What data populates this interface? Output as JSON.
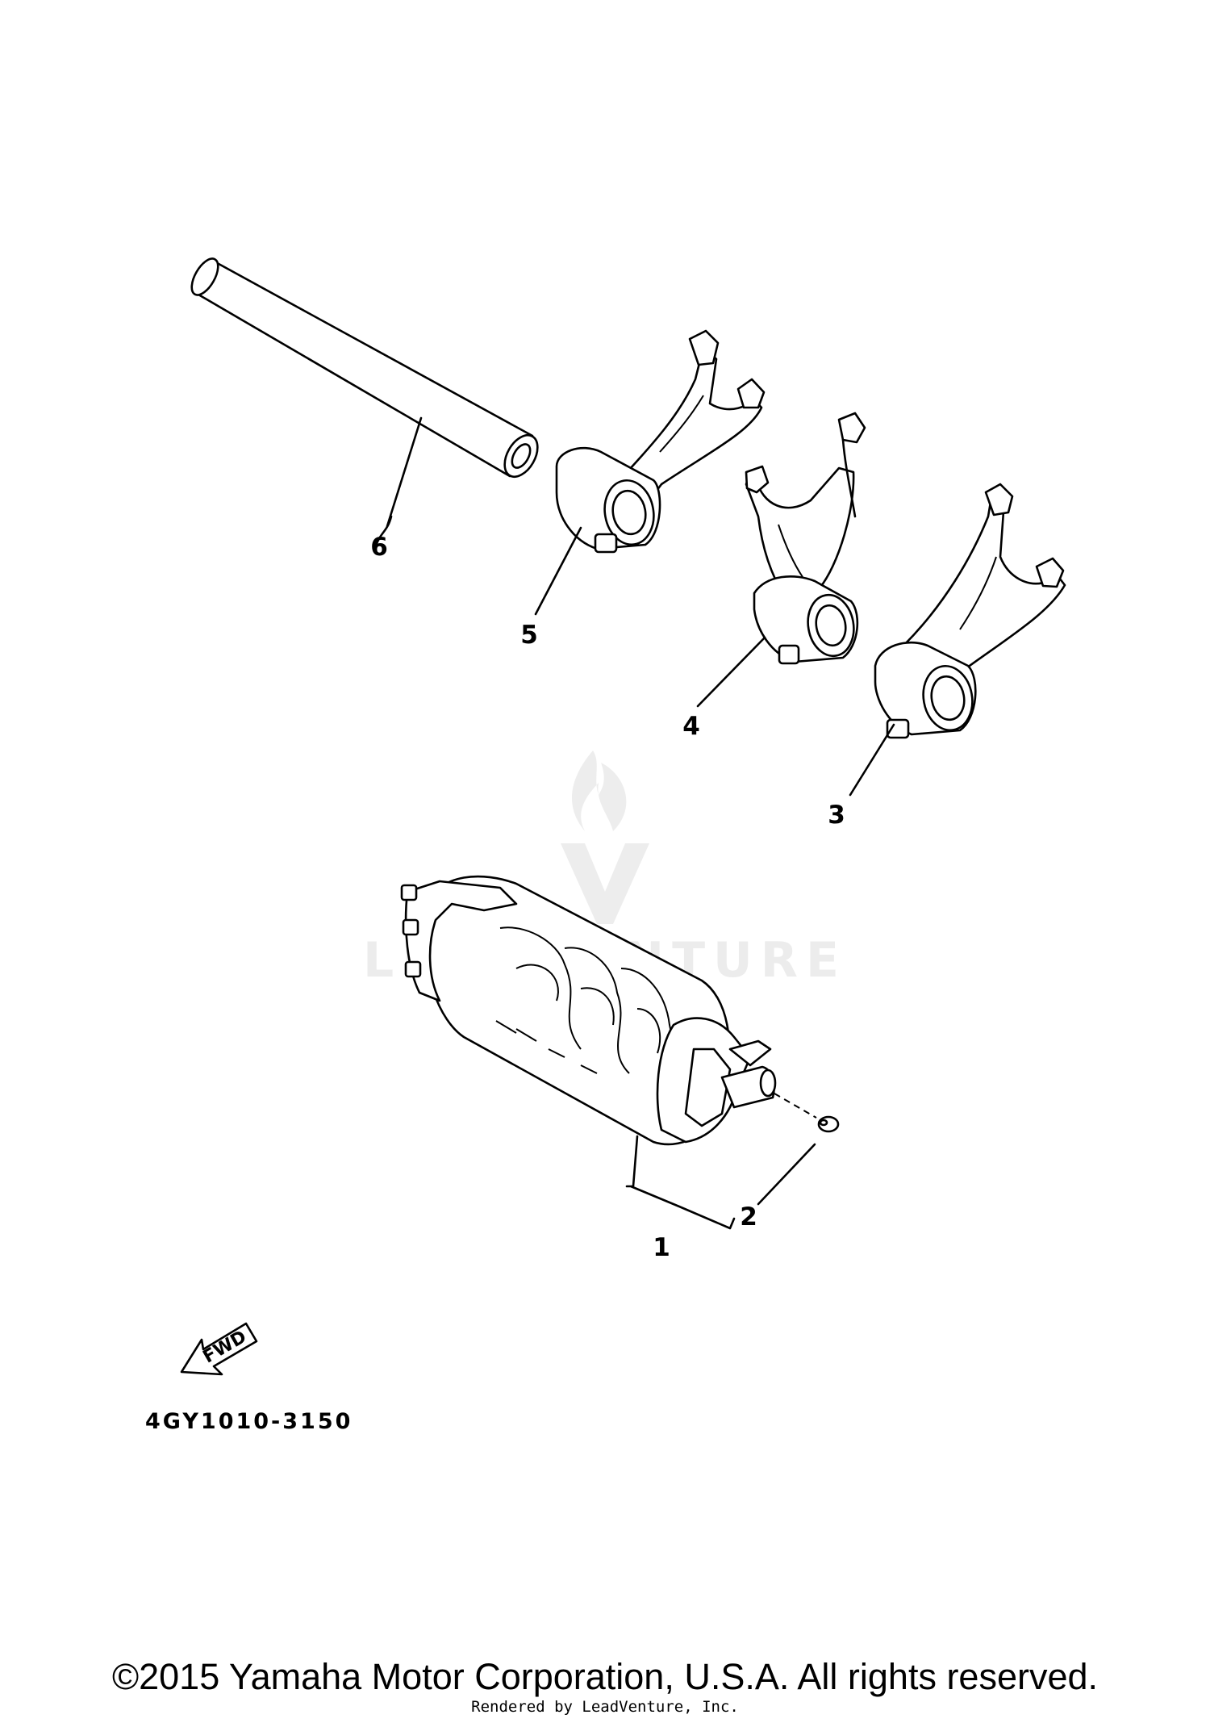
{
  "diagram": {
    "callouts": [
      {
        "id": "1",
        "label": "1"
      },
      {
        "id": "2",
        "label": "2"
      },
      {
        "id": "3",
        "label": "3"
      },
      {
        "id": "4",
        "label": "4"
      },
      {
        "id": "5",
        "label": "5"
      },
      {
        "id": "6",
        "label": "6"
      }
    ],
    "parts_shown": [
      "shift-drum-icon",
      "ball-icon",
      "shift-fork-icon",
      "shift-fork-icon",
      "shift-fork-icon",
      "shift-fork-guide-bar-icon"
    ],
    "fwd_label": "FWD",
    "part_code": "4GY1010-3150",
    "watermark_text": "LEADVENTURE"
  },
  "footer": {
    "copyright": "©2015 Yamaha Motor Corporation, U.S.A. All rights reserved.",
    "rendered_by": "Rendered by LeadVenture, Inc."
  }
}
